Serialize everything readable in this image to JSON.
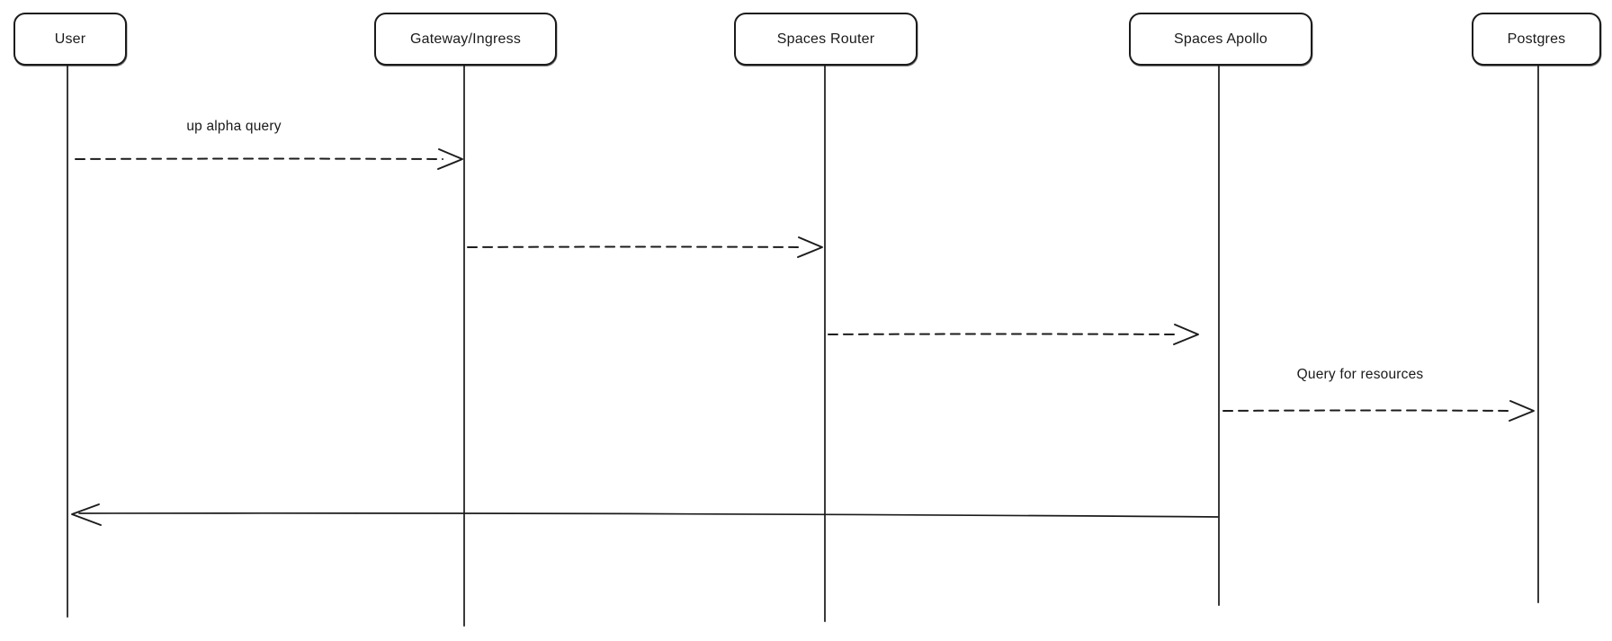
{
  "diagram": {
    "kind": "sequence-diagram",
    "colors": {
      "background": "#ffffff",
      "stroke": "#1b1b1b",
      "text": "#1a1a1a"
    }
  },
  "actors": [
    {
      "label": "User"
    },
    {
      "label": "Gateway/Ingress"
    },
    {
      "label": "Spaces Router"
    },
    {
      "label": "Spaces Apollo"
    },
    {
      "label": "Postgres"
    }
  ],
  "messages": [
    {
      "from": "User",
      "to": "Gateway/Ingress",
      "label": "up alpha query",
      "line": "dashed",
      "direction": "right"
    },
    {
      "from": "Gateway/Ingress",
      "to": "Spaces Router",
      "label": "",
      "line": "dashed",
      "direction": "right"
    },
    {
      "from": "Spaces Router",
      "to": "Spaces Apollo",
      "label": "",
      "line": "dashed",
      "direction": "right"
    },
    {
      "from": "Spaces Apollo",
      "to": "Postgres",
      "label": "Query for resources",
      "line": "dashed",
      "direction": "right"
    },
    {
      "from": "Spaces Apollo",
      "to": "User",
      "label": "",
      "line": "solid",
      "direction": "left"
    }
  ]
}
